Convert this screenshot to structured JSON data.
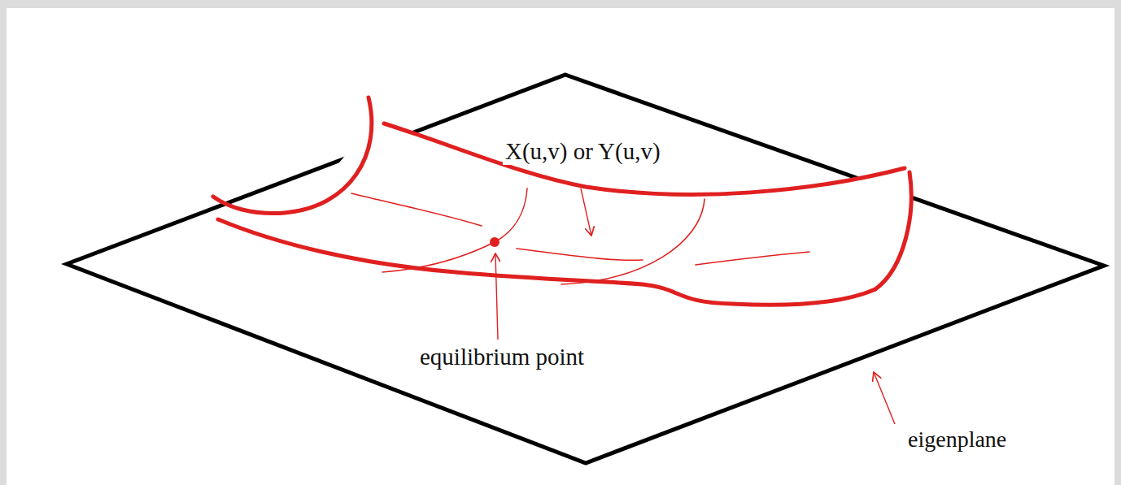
{
  "diagram": {
    "labels": [
      "X(u,v) or Y(u,v)",
      "equilibrium point",
      "eigenplane"
    ]
  }
}
